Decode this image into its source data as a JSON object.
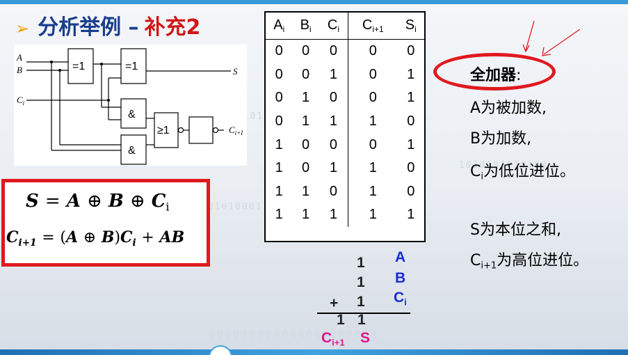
{
  "title": {
    "arrow": "➢",
    "main": "分析举例 –",
    "accent": "补充2"
  },
  "circuit": {
    "in_a": "A",
    "in_b": "B",
    "in_ci": "C",
    "in_ci_sub": "i",
    "xor1": "=1",
    "xor2": "=1",
    "and1": "&",
    "and2": "&",
    "or": "≥1",
    "out_s": "S",
    "out_c": "C",
    "out_c_sub": "i+I"
  },
  "formula": {
    "s_lhs": "S",
    "s_eq": "=",
    "s_a": "A",
    "s_xor1": "⊕",
    "s_b": "B",
    "s_xor2": "⊕",
    "s_c": "C",
    "s_c_sub": "i",
    "c_lhs": "C",
    "c_lhs_sub": "i+1",
    "c_eq": "=",
    "c_open": "(",
    "c_a": "A",
    "c_xor": "⊕",
    "c_b": "B",
    "c_close": ")",
    "c_ci": "C",
    "c_ci_sub": "i",
    "c_plus": "+",
    "c_ab": "AB"
  },
  "truth_table": {
    "headers": [
      {
        "main": "A",
        "sub": "i"
      },
      {
        "main": "B",
        "sub": "i"
      },
      {
        "main": "C",
        "sub": "i"
      },
      {
        "main": "C",
        "sub": "i+1"
      },
      {
        "main": "S",
        "sub": "i"
      }
    ],
    "rows": [
      [
        "0",
        "0",
        "0",
        "0",
        "0"
      ],
      [
        "0",
        "0",
        "1",
        "0",
        "1"
      ],
      [
        "0",
        "1",
        "0",
        "0",
        "1"
      ],
      [
        "0",
        "1",
        "1",
        "1",
        "0"
      ],
      [
        "1",
        "0",
        "0",
        "0",
        "1"
      ],
      [
        "1",
        "0",
        "1",
        "1",
        "0"
      ],
      [
        "1",
        "1",
        "0",
        "1",
        "0"
      ],
      [
        "1",
        "1",
        "1",
        "1",
        "1"
      ]
    ]
  },
  "description": {
    "full_adder": "全加器",
    "colon": ":",
    "line_a": "A为被加数,",
    "line_b": "B为加数,",
    "line_ci_c": "C",
    "line_ci_sub": "i",
    "line_ci_text": "为低位进位。",
    "line_s": "S为本位之和,",
    "line_co_c": "C",
    "line_co_sub": "i+1",
    "line_co_text": "为高位进位。"
  },
  "addition": {
    "row1_digit": "1",
    "row1_label": "A",
    "row2_digit": "1",
    "row2_label": "B",
    "plus": "+",
    "row3_digit": "1",
    "row3_label_c": "C",
    "row3_label_sub": "i",
    "result_carry": "1",
    "result_sum": "1",
    "carry_label_c": "C",
    "carry_label_sub": "i+1",
    "sum_label": "S"
  },
  "colors": {
    "title_blue": "#1a3e8c",
    "title_red": "#d11616",
    "highlight_red": "#e0191e",
    "label_blue": "#1a2bd6",
    "label_pink": "#e0168c",
    "arrow_orange": "#f5a000"
  }
}
